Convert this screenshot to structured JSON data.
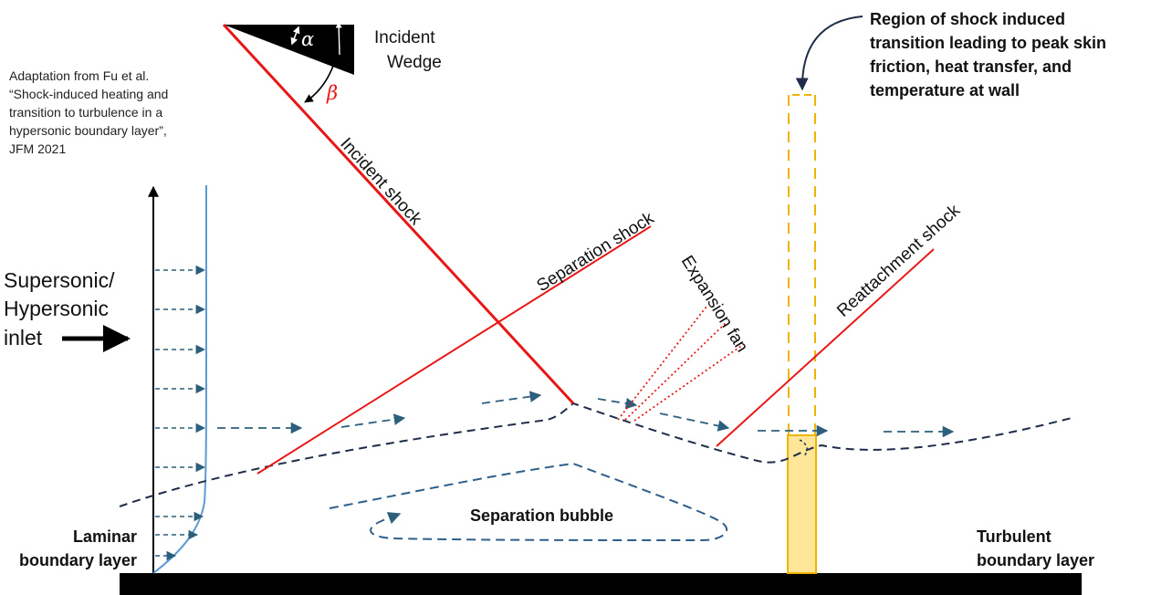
{
  "citation": {
    "lines": [
      "Adaptation from Fu et al.",
      "“Shock-induced heating and",
      "transition to turbulence in a",
      "hypersonic boundary layer”,",
      "JFM 2021"
    ]
  },
  "labels": {
    "inlet": [
      "Supersonic/",
      "Hypersonic",
      "inlet"
    ],
    "wedge": [
      "Incident",
      "Wedge"
    ],
    "alpha": "α",
    "beta": "β",
    "incident_shock": "Incident shock",
    "separation_shock": "Separation shock",
    "expansion_fan": "Expansion fan",
    "reattachment_shock": "Reattachment shock",
    "separation_bubble": "Separation bubble",
    "laminar": [
      "Laminar",
      "boundary layer"
    ],
    "turbulent": [
      "Turbulent",
      "boundary layer"
    ],
    "transition_region": [
      "Region of shock induced",
      "transition leading to peak skin",
      "friction, heat transfer, and",
      "temperature at wall"
    ]
  },
  "colors": {
    "shock": "#e81717",
    "profile": "#5b9bd5",
    "arrow": "#2c5f7c",
    "bubble": "#2e5f8a",
    "boundary": "#1f2d4a",
    "region_fill": "#ffe699",
    "region_stroke": "#f0b400",
    "wall": "#000000"
  }
}
